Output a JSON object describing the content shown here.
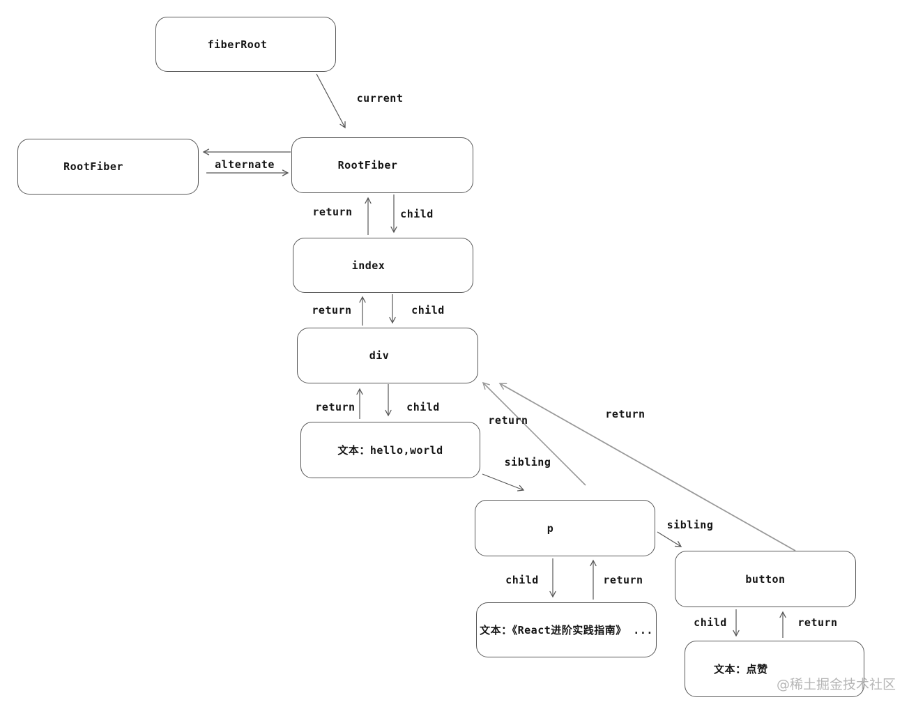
{
  "nodes": {
    "fiberRoot": {
      "label": "fiberRoot"
    },
    "rootFiberLeft": {
      "label": "RootFiber"
    },
    "rootFiberRight": {
      "label": "RootFiber"
    },
    "index": {
      "label": "index"
    },
    "div": {
      "label": "div"
    },
    "textHello": {
      "label": "文本：hello,world"
    },
    "p": {
      "label": "p"
    },
    "button": {
      "label": "button"
    },
    "textReact": {
      "label": "文本：《React进阶实践指南》 ..."
    },
    "textLike": {
      "label": "文本：点赞"
    }
  },
  "edge_labels": {
    "current": "current",
    "alternate": "alternate",
    "return_rootfiber": "return",
    "child_rootfiber": "child",
    "return_index": "return",
    "child_index": "child",
    "return_div": "return",
    "child_div": "child",
    "return_p_to_div": "return",
    "return_btn_to_div": "return",
    "sibling_hello_p": "sibling",
    "sibling_p_btn": "sibling",
    "child_p": "child",
    "return_p": "return",
    "child_button": "child",
    "return_button": "return"
  },
  "watermark": "@稀土掘金技术社区",
  "colors": {
    "background": "#ffffff",
    "box_border": "#565656",
    "arrow": "#565656",
    "arrow_long": "#999999",
    "text": "#141414",
    "watermark": "#b5b5b5"
  }
}
